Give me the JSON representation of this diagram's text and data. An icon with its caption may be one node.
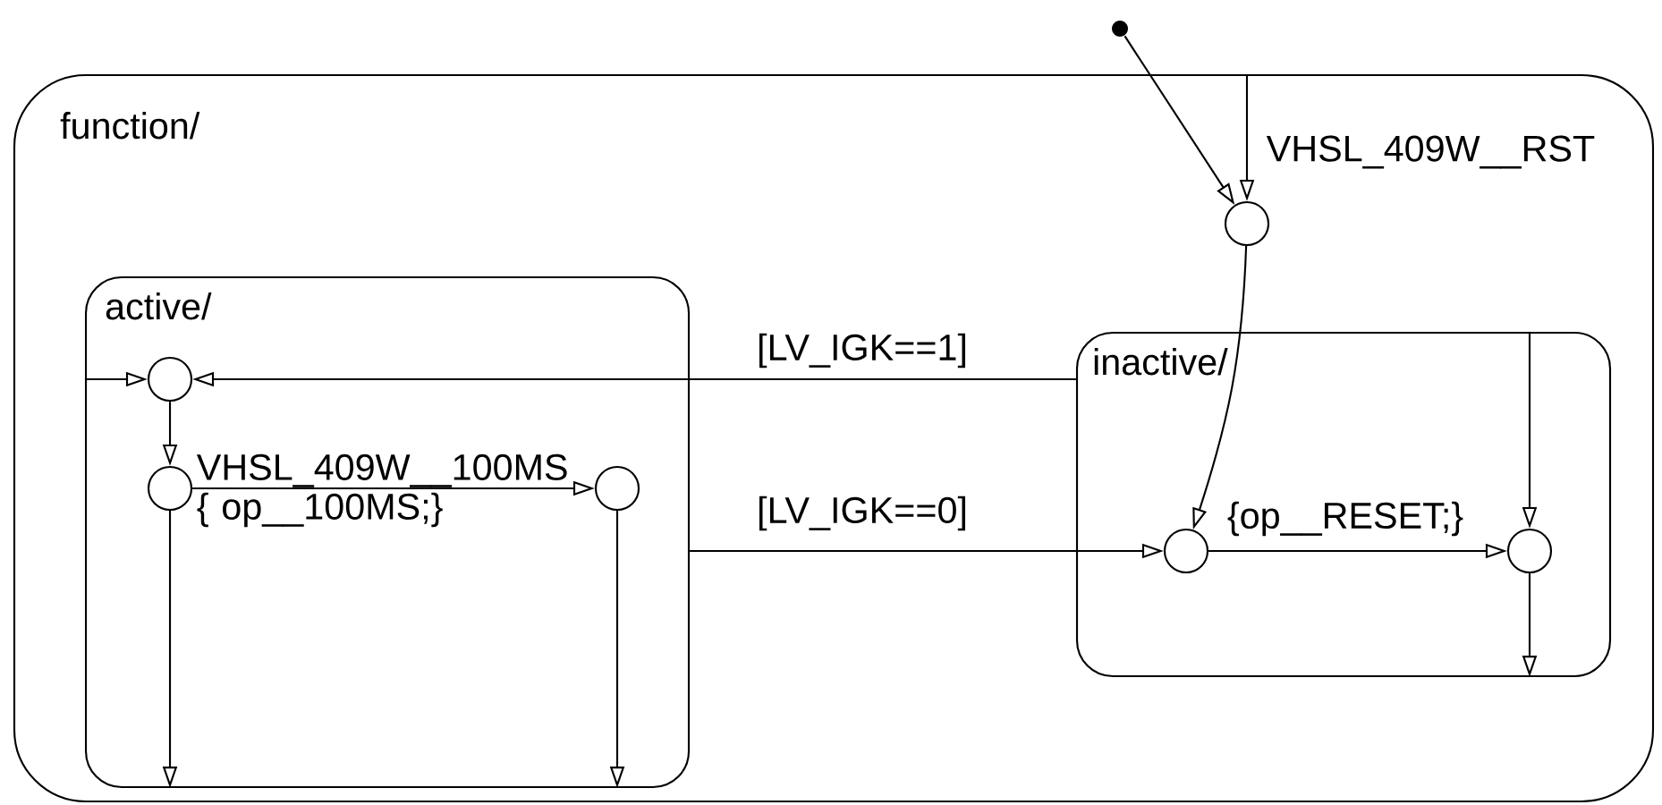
{
  "diagram": {
    "nodes": [
      {
        "text": [
          "function/"
        ]
      },
      {
        "text": [],
        "shape": "dot"
      },
      {
        "text": [],
        "shape": "circle",
        "in": 0
      },
      {
        "text": [
          "active/"
        ],
        "in": 0
      },
      {
        "text": [],
        "shape": "circle",
        "in": 3
      },
      {
        "text": [],
        "shape": "circle",
        "in": 3
      },
      {
        "text": [],
        "shape": "circle",
        "in": 3
      },
      {
        "text": [
          "inactive/"
        ],
        "in": 0
      },
      {
        "text": [],
        "shape": "circle",
        "in": 7
      },
      {
        "text": [],
        "shape": "circle",
        "in": 7
      }
    ],
    "edges": [
      {
        "from": 1,
        "to": 2,
        "arrow": "to"
      },
      {
        "from": 0,
        "to": 2,
        "arrow": "to",
        "label": "VHSL_409W__RST"
      },
      {
        "from": 2,
        "to": 8,
        "arrow": "to"
      },
      {
        "from": 7,
        "to": 4,
        "arrow": "to",
        "label": "[LV_IGK==1]"
      },
      {
        "from": 3,
        "to": 4,
        "arrow": "to"
      },
      {
        "from": 4,
        "to": 5,
        "arrow": "to"
      },
      {
        "from": 5,
        "to": 6,
        "arrow": "to",
        "label": "VHSL_409W__100MS { op__100MS;}"
      },
      {
        "from": 5,
        "to": 3,
        "arrow": "to"
      },
      {
        "from": 6,
        "to": 3,
        "arrow": "to"
      },
      {
        "from": 3,
        "to": 8,
        "arrow": "to",
        "label": "[LV_IGK==0]"
      },
      {
        "from": 8,
        "to": 9,
        "arrow": "to",
        "label": "{op__RESET;}"
      },
      {
        "from": 7,
        "to": 9,
        "arrow": "to"
      },
      {
        "from": 9,
        "to": 7,
        "arrow": "to"
      }
    ]
  }
}
